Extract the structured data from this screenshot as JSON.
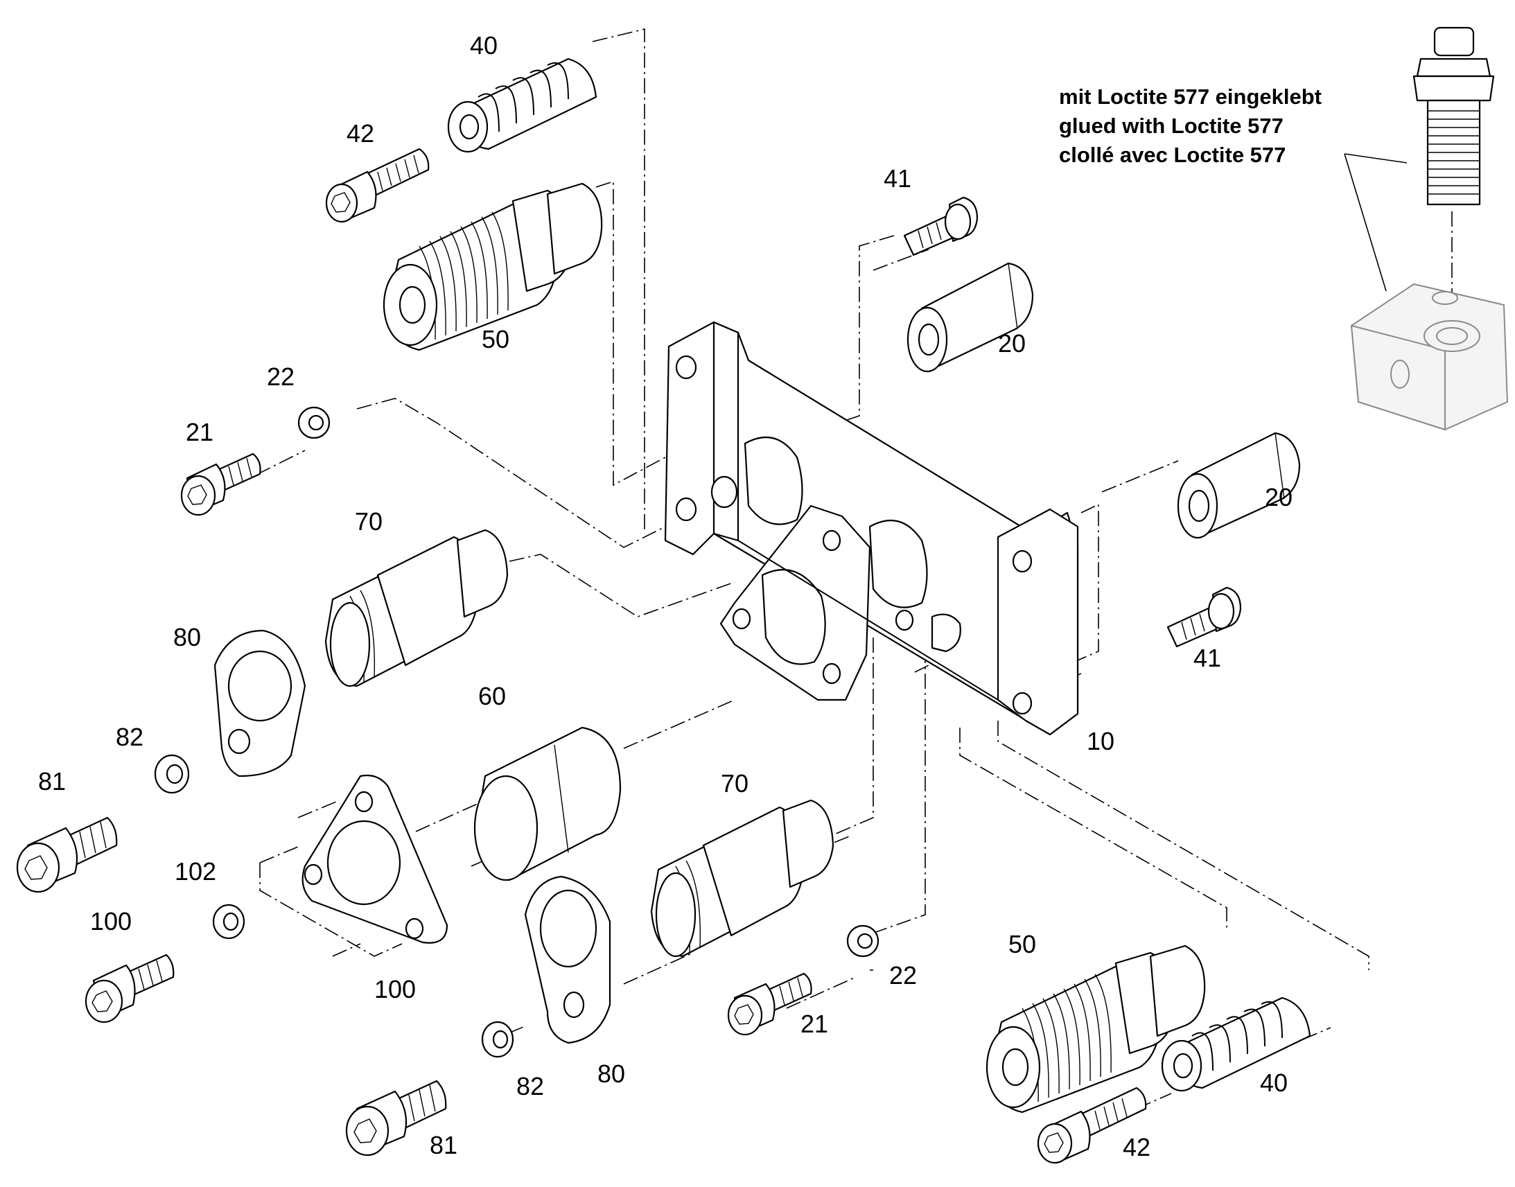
{
  "callouts": {
    "c40_top": "40",
    "c42_top": "42",
    "c50_top": "50",
    "c41_top": "41",
    "c20_top": "20",
    "c22_left": "22",
    "c21_left": "21",
    "c70_left": "70",
    "c80_left": "80",
    "c82_left": "82",
    "c81_left": "81",
    "c60": "60",
    "c102": "102",
    "c100_left": "100",
    "c100_plate": "100",
    "c20_right": "20",
    "c41_right": "41",
    "c10": "10",
    "c70_mid": "70",
    "c80_mid": "80",
    "c82_mid": "82",
    "c81_mid": "81",
    "c22_mid": "22",
    "c21_mid": "21",
    "c50_bottom": "50",
    "c40_bottom": "40",
    "c42_bottom": "42"
  },
  "note": {
    "line_de": "mit Loctite 577 eingeklebt",
    "line_en": "glued with Loctite 577",
    "line_fr": "clollé avec Loctite 577"
  }
}
